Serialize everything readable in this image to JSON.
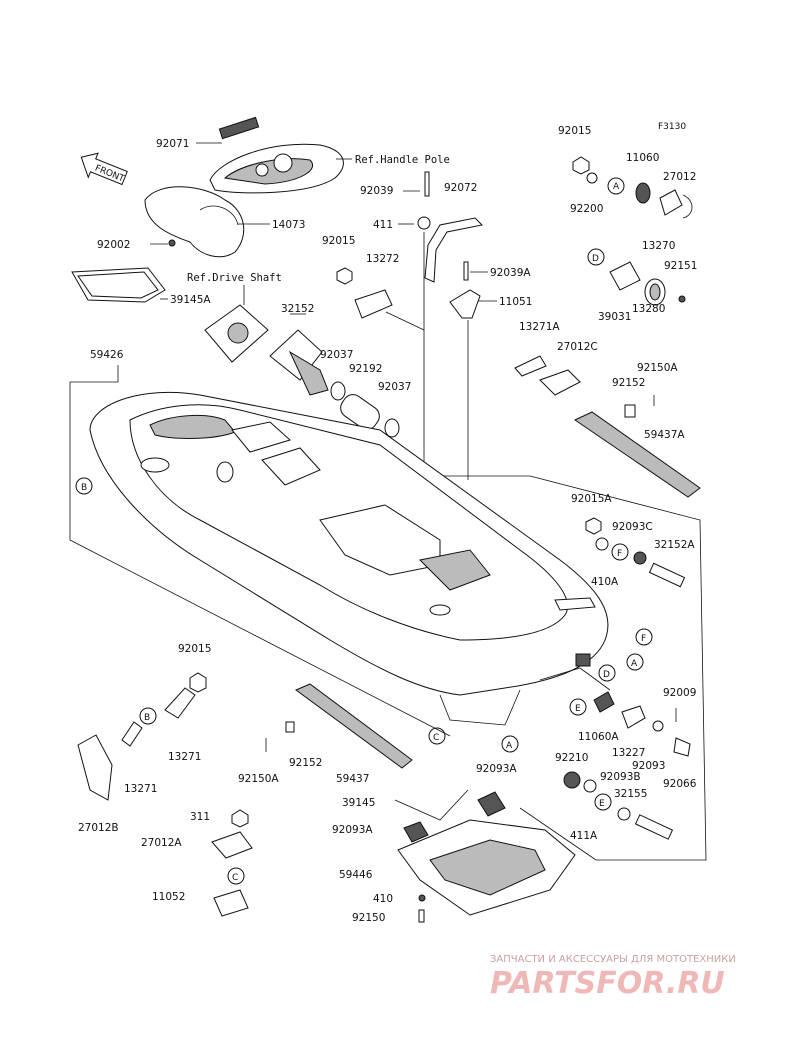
{
  "figure_id": "F3130",
  "front_arrow": "FRONT",
  "refs": {
    "handle_pole": "Ref.Handle Pole",
    "drive_shaft": "Ref.Drive Shaft"
  },
  "callout_letters": [
    "A",
    "B",
    "C",
    "D",
    "E",
    "F"
  ],
  "parts": [
    "92071",
    "14073",
    "92002",
    "39145A",
    "59426",
    "32152",
    "92037",
    "92192",
    "92037",
    "92039",
    "92072",
    "411",
    "92015",
    "13272",
    "92039A",
    "11051",
    "92015",
    "11060",
    "27012",
    "92200",
    "13270",
    "92151",
    "39031",
    "13280",
    "13271A",
    "27012C",
    "92152",
    "92150A",
    "59437A",
    "92015A",
    "92093C",
    "32152A",
    "410A",
    "92015",
    "13271",
    "13271",
    "27012B",
    "92152",
    "92150A",
    "59437",
    "92009",
    "11060A",
    "13227",
    "92093",
    "92066",
    "92210",
    "92093B",
    "32155",
    "411A",
    "92093A",
    "39145",
    "92093A",
    "59446",
    "410",
    "92150",
    "311",
    "27012A",
    "11052"
  ],
  "watermark": {
    "text": "ЗАПЧАСТИ И АКСЕССУАРЫ ДЛЯ МОТОТЕХНИКИ",
    "logo": "PARTSFOR.RU"
  }
}
